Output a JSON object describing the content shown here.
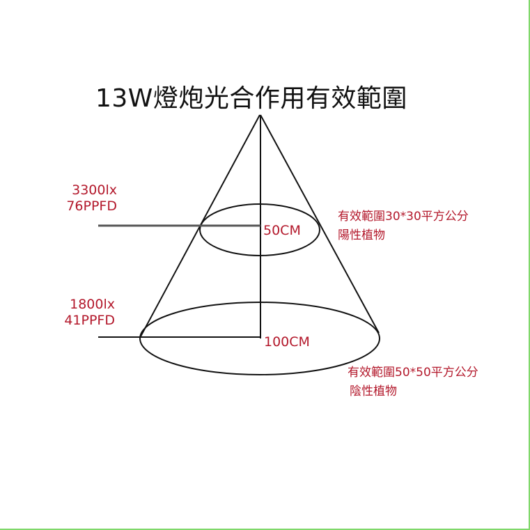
{
  "title": "13W燈炮光合作用有效範圍",
  "colors": {
    "text_red": "#b3182b",
    "line_black": "#111111",
    "line_gray": "#555555",
    "border_green": "#7fd86a"
  },
  "levels": [
    {
      "distance": "50CM",
      "lux": "3300lx",
      "ppfd": "76PPFD",
      "range": "有效範圍30*30平方公分",
      "plant_type": "陽性植物"
    },
    {
      "distance": "100CM",
      "lux": "1800lx",
      "ppfd": "41PPFD",
      "range": "有效範圍50*50平方公分",
      "plant_type": "陰性植物"
    }
  ]
}
